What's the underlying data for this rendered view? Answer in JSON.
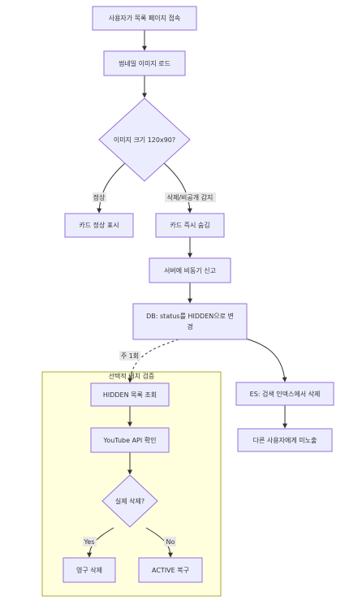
{
  "nodes": {
    "access": "사용자가 목록 페이지 접속",
    "load_thumb": "썸네일 이미지 로드",
    "size_check": "이미지 크기 120x90?",
    "show_normal": "카드 정상 표시",
    "hide_card": "카드 즉시 숨김",
    "report": "서버에 비동기 신고",
    "db_update_line1": "DB: status를 HIDDEN으로 변",
    "db_update_line2": "경",
    "es_delete": "ES: 검색 인덱스에서 삭제",
    "not_exposed": "다른 사용자에게 미노출",
    "hidden_list": "HIDDEN 목록 조회",
    "yt_api": "YouTube API 확인",
    "really_deleted": "실제 삭제?",
    "perm_delete": "영구 삭제",
    "restore": "ACTIVE 복구"
  },
  "edge_labels": {
    "normal": "정상",
    "deleted_private": "삭제/비공개 감지",
    "weekly": "주 1회",
    "yes": "Yes",
    "no": "No"
  },
  "cluster": {
    "title": "선택적 배치 검증"
  },
  "colors": {
    "node_fill": "#ececff",
    "node_stroke": "#9370db",
    "cluster_fill": "#ffffde",
    "cluster_stroke": "#aaaa33",
    "edge": "#333333",
    "label_bg": "#e8e8e8"
  }
}
